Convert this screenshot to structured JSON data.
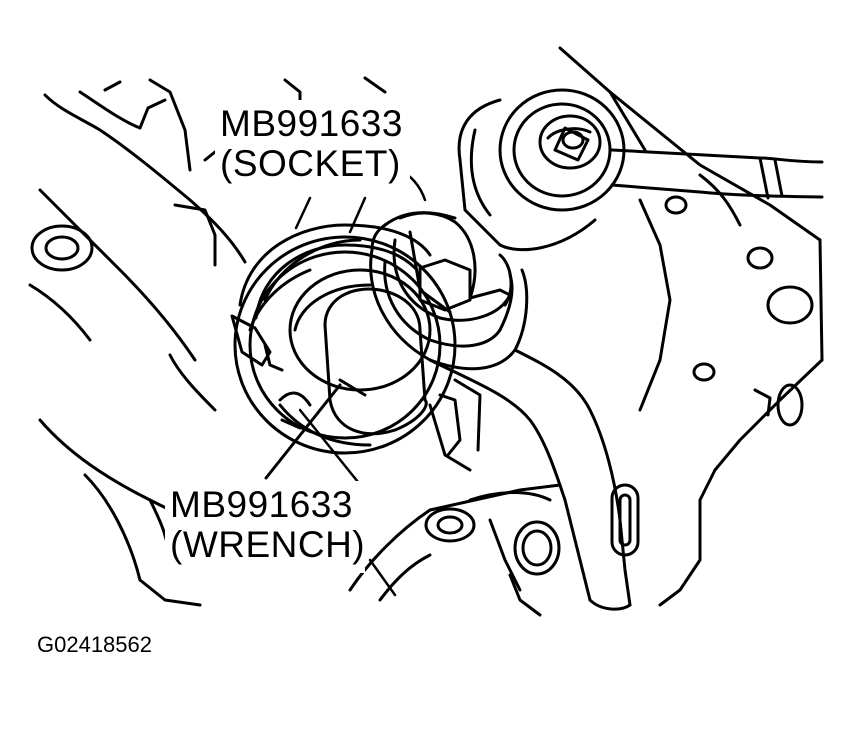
{
  "callouts": {
    "socket": {
      "part_number": "MB991633",
      "name": "(SOCKET)"
    },
    "wrench": {
      "part_number": "MB991633",
      "name": "(WRENCH)"
    }
  },
  "figure_code": "G02418562",
  "colors": {
    "line": "#000000",
    "background": "#ffffff"
  }
}
